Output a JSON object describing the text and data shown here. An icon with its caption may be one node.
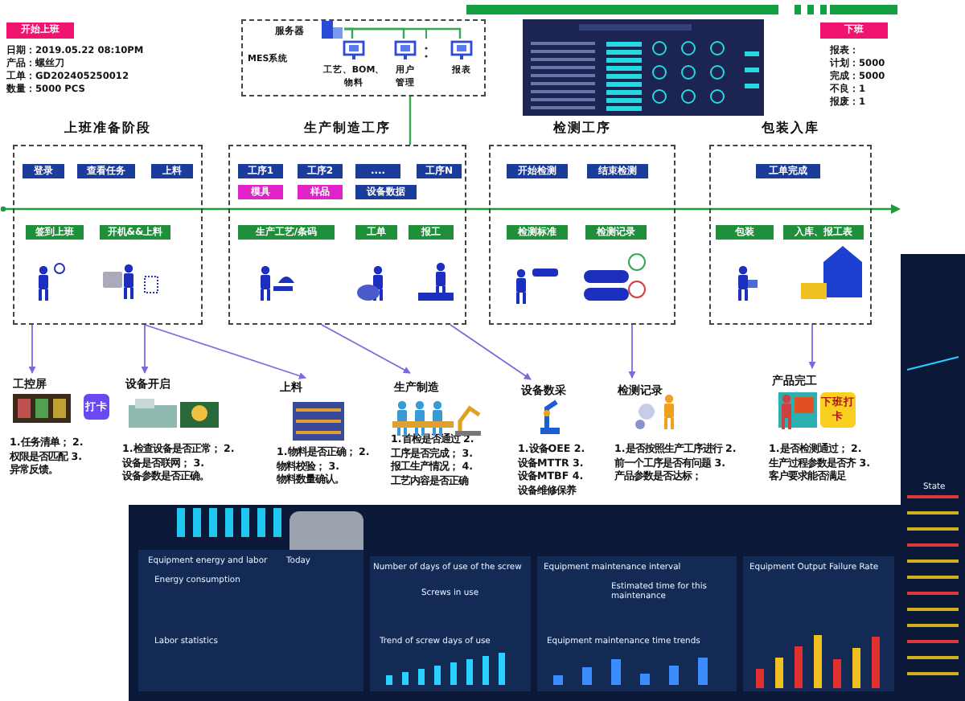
{
  "diagram": {
    "nodes": [
      {
        "text": [
          "开始上班"
        ],
        "beside": [
          "日期：2019.05.22 08:10PM",
          "产品：螺丝刀",
          "工单：GD202405250012",
          "数量：5000 PCS"
        ]
      },
      {
        "text": [
          "MES系统"
        ]
      },
      {
        "text": [
          "服务器"
        ],
        "in": 1
      },
      {
        "text": [
          "工艺、BOM、物料"
        ],
        "in": 1
      },
      {
        "text": [
          "用户管理"
        ],
        "in": 1
      },
      {
        "text": [
          "报表"
        ],
        "in": 1
      },
      {
        "text": [
          "下班"
        ],
        "beside": [
          "报表：",
          "计划：5000",
          "完成：5000",
          "不良：1",
          "报废：1"
        ]
      },
      {
        "text": [
          "上班准备阶段"
        ]
      },
      {
        "text": [
          "登录"
        ],
        "in": 7
      },
      {
        "text": [
          "查看任务"
        ],
        "in": 7
      },
      {
        "text": [
          "上料"
        ],
        "in": 7
      },
      {
        "text": [
          "签到上班"
        ],
        "in": 7
      },
      {
        "text": [
          "开机&&上料"
        ],
        "in": 7
      },
      {
        "text": [
          "生产制造工序"
        ]
      },
      {
        "text": [
          "工序1"
        ],
        "in": 13
      },
      {
        "text": [
          "工序2"
        ],
        "in": 13
      },
      {
        "text": [
          "...."
        ],
        "in": 13
      },
      {
        "text": [
          "工序N"
        ],
        "in": 13
      },
      {
        "text": [
          "模具"
        ],
        "in": 13
      },
      {
        "text": [
          "样品"
        ],
        "in": 13
      },
      {
        "text": [
          "设备数据"
        ],
        "in": 13
      },
      {
        "text": [
          "生产工艺/条码"
        ],
        "in": 13
      },
      {
        "text": [
          "工单"
        ],
        "in": 13
      },
      {
        "text": [
          "报工"
        ],
        "in": 13
      },
      {
        "text": [
          "检测工序"
        ]
      },
      {
        "text": [
          "开始检测"
        ],
        "in": 24
      },
      {
        "text": [
          "结束检测"
        ],
        "in": 24
      },
      {
        "text": [
          "检测标准"
        ],
        "in": 24
      },
      {
        "text": [
          "检测记录"
        ],
        "in": 24
      },
      {
        "text": [
          "包装入库"
        ]
      },
      {
        "text": [
          "工单完成"
        ],
        "in": 29
      },
      {
        "text": [
          "包装"
        ],
        "in": 29
      },
      {
        "text": [
          "入库、报工表"
        ],
        "in": 29
      },
      {
        "text": [
          "工控屏",
          "1.任务清单； 2.权限是否匹配 3.异常反馈。"
        ]
      },
      {
        "text": [
          "设备开启",
          "1.检查设备是否正常； 2.设备是否联网； 3.设备参数是否正确。"
        ]
      },
      {
        "text": [
          "上料",
          "1.物料是否正确； 2.物料校验； 3.物料数量确认。"
        ]
      },
      {
        "text": [
          "生产制造",
          "1.首检是否通过 2.工序是否完成； 3.报工生产情况； 4.工艺内容是否正确"
        ]
      },
      {
        "text": [
          "设备数采",
          "1.设备OEE 2.设备MTTR 3.设备MTBF 4.设备维修保养"
        ]
      },
      {
        "text": [
          "检测记录",
          "1.是否按照生产工序进行 2.前一个工序是否有问题 3.产品参数是否达标；"
        ]
      },
      {
        "text": [
          "产品完工",
          "1.是否检测通过； 2.生产过程参数是否齐 3.客户要求能否满足"
        ]
      }
    ],
    "edges": [
      {
        "from": 2,
        "to": 3,
        "arrow": "none",
        "color": "#3aa655"
      },
      {
        "from": 2,
        "to": 4,
        "arrow": "none",
        "color": "#3aa655"
      },
      {
        "from": 2,
        "to": 5,
        "arrow": "none",
        "color": "#3aa655"
      },
      {
        "from": 1,
        "to": 13,
        "arrow": "none",
        "color": "#3aa655"
      },
      {
        "from": 7,
        "to": 33,
        "arrow": "to"
      },
      {
        "from": 7,
        "to": 34,
        "arrow": "to"
      },
      {
        "from": 7,
        "to": 35,
        "arrow": "to"
      },
      {
        "from": 13,
        "to": 36,
        "arrow": "to"
      },
      {
        "from": 13,
        "to": 37,
        "arrow": "to"
      },
      {
        "from": 24,
        "to": 38,
        "arrow": "to"
      },
      {
        "from": 29,
        "to": 39,
        "arrow": "to"
      }
    ],
    "labels": [
      "打卡",
      "下班打卡",
      "Equipment energy and labor",
      "Today",
      "Energy consumption",
      "Labor statistics",
      "Number of days of use of the screw",
      "Screws in use",
      "Equipment maintenance interval",
      "Estimated time for this maintenance",
      "Trend of screw days of use",
      "Equipment maintenance time trends",
      "Equipment Output Failure Rate",
      "State"
    ]
  }
}
